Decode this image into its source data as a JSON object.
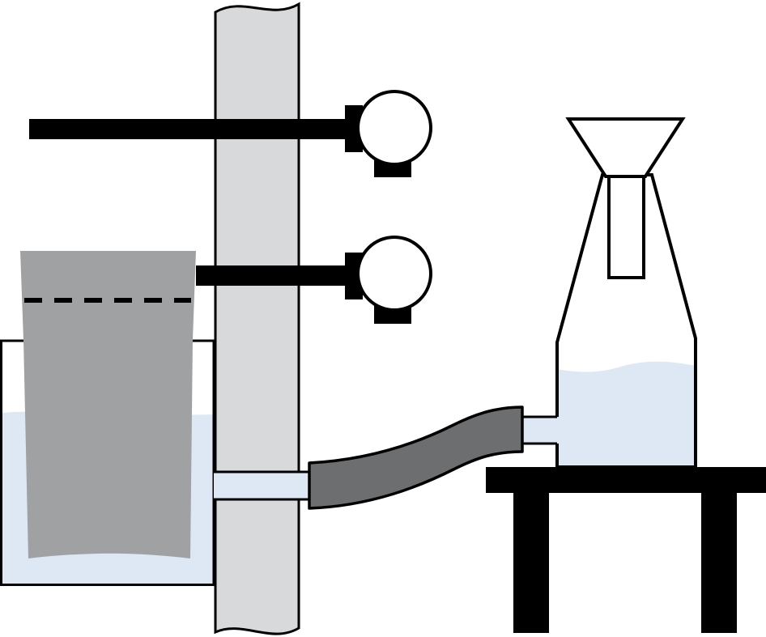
{
  "diagram": {
    "components": [
      {
        "id": "stand-rod",
        "kind": "vertical support rod"
      },
      {
        "id": "upper-clamp",
        "kind": "clamp with round knob"
      },
      {
        "id": "lower-clamp",
        "kind": "clamp with round knob"
      },
      {
        "id": "gray-bag",
        "kind": "hanging gray sheet with dashed line"
      },
      {
        "id": "water-tank",
        "kind": "open tank with water"
      },
      {
        "id": "connecting-tube",
        "kind": "flexible dark gray hose"
      },
      {
        "id": "collection-bottle",
        "kind": "bottle with side outlet"
      },
      {
        "id": "funnel",
        "kind": "funnel in bottle neck"
      },
      {
        "id": "bench",
        "kind": "black table"
      }
    ],
    "colors": {
      "outline": "#000000",
      "rod_fill": "#d8d9db",
      "water": "#dde8f4",
      "bag_fill": "#a0a1a3",
      "tube_fill": "#6d6e70",
      "table": "#000000"
    },
    "labels": []
  }
}
